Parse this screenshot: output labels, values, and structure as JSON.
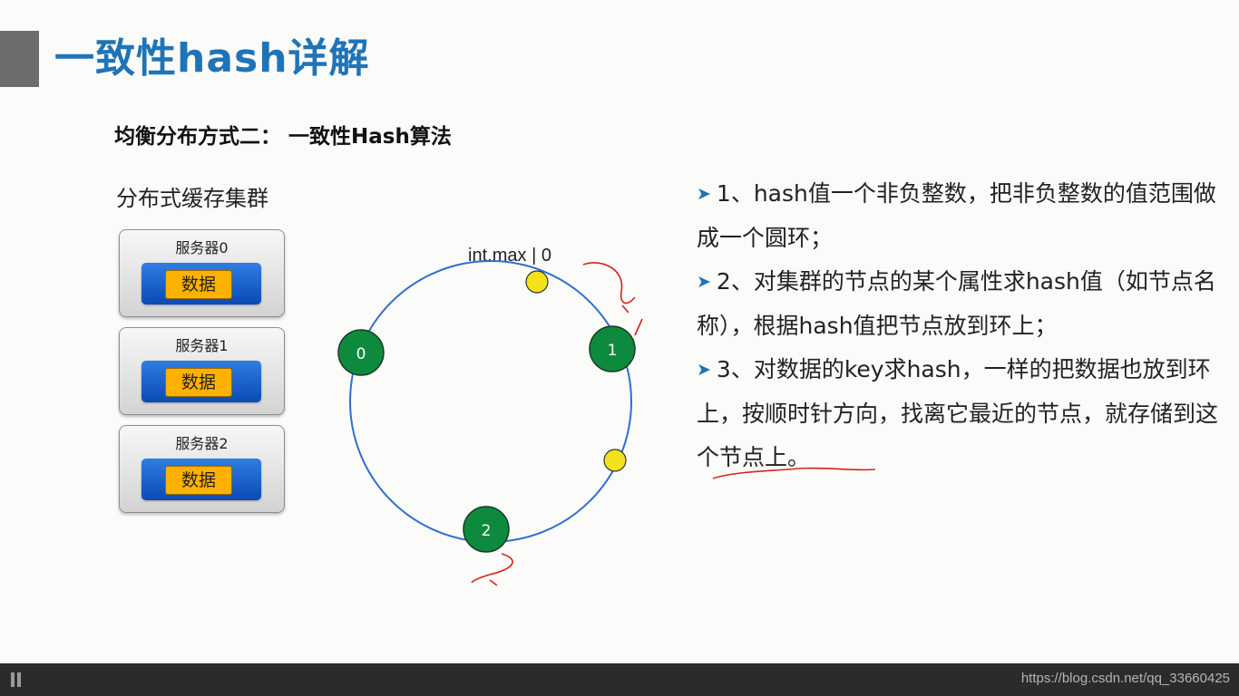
{
  "slide": {
    "title": "一致性hash详解",
    "subtitle": "均衡分布方式二： 一致性Hash算法",
    "cluster_label": "分布式缓存集群",
    "servers": [
      {
        "name": "服务器0",
        "data": "数据"
      },
      {
        "name": "服务器1",
        "data": "数据"
      },
      {
        "name": "服务器2",
        "data": "数据"
      }
    ],
    "ring": {
      "top_label": "int.max | 0",
      "nodes": [
        "0",
        "1",
        "2"
      ]
    },
    "bullets": [
      "1、hash值一个非负整数，把非负整数的值范围做成一个圆环；",
      "2、对集群的节点的某个属性求hash值（如节点名称），根据hash值把节点放到环上；",
      "3、对数据的key求hash，一样的把数据也放到环上，按顺时针方向，找离它最近的节点，就存储到这个节点上。"
    ]
  },
  "player": {
    "watermark": "https://blog.csdn.net/qq_33660425"
  },
  "colors": {
    "title": "#1f74b8",
    "node": "#0e8a3e",
    "data_point": "#f3e21a",
    "ring": "#2d6fd1",
    "annotation": "#d8221a"
  },
  "icons": {
    "bullet": "arrow-right-icon",
    "pause": "pause-icon"
  }
}
